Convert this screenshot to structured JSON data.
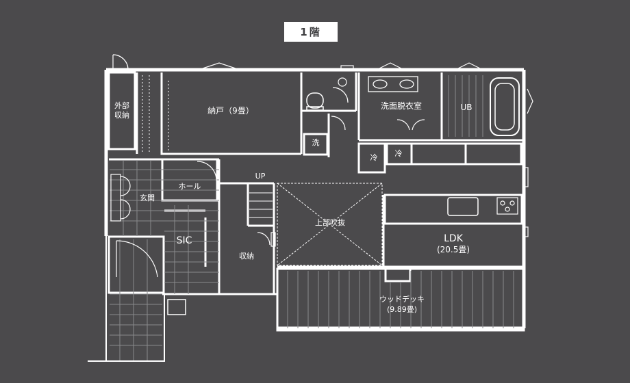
{
  "floor_title": "1階",
  "rooms": {
    "storage_outside": "外部\n収納",
    "nando": "納戸（9畳）",
    "washroom": "洗面脱衣室",
    "ub": "UB",
    "wash": "洗",
    "fridge_1": "冷",
    "fridge_2": "冷",
    "genkan": "玄関",
    "hall": "ホール",
    "up": "UP",
    "sic": "SIC",
    "storage": "収納",
    "void": "上部吹抜",
    "ldk_name": "LDK",
    "ldk_size": "(20.5畳)",
    "deck_name": "ウッドデッキ",
    "deck_size": "(9.89畳)"
  },
  "colors": {
    "background": "#4b4a4c",
    "wall": "#ffffff",
    "room_fill": "#4b4a4c"
  }
}
